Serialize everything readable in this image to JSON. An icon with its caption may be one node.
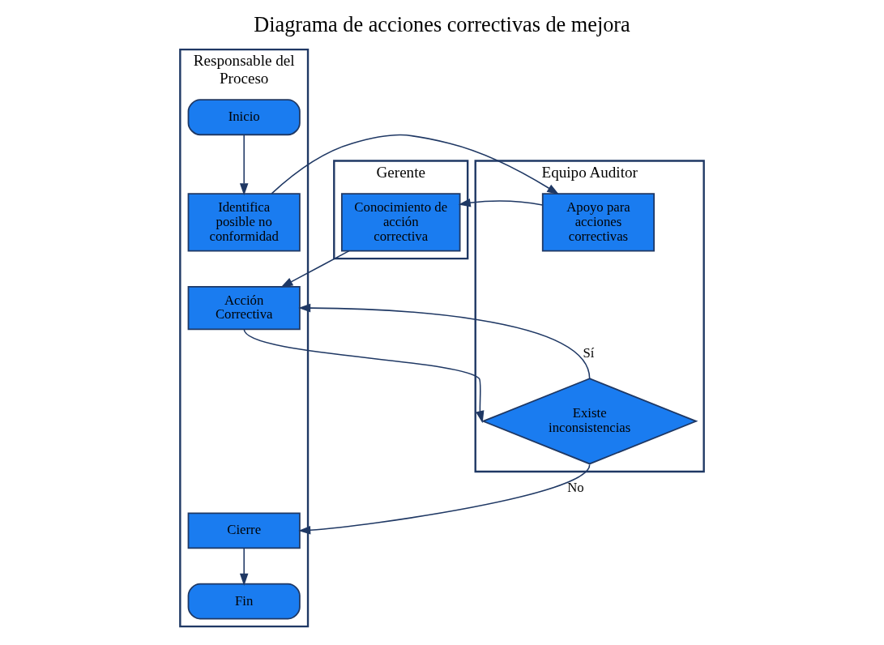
{
  "diagram": {
    "title": "Diagrama de acciones correctivas de mejora",
    "nodes": [
      {
        "text": [
          "Responsable del Proceso"
        ]
      },
      {
        "text": [
          "Equipo Auditor"
        ]
      },
      {
        "text": [
          "Gerente"
        ]
      },
      {
        "text": [
          "Inicio"
        ],
        "in": 0
      },
      {
        "text": [
          "Identifica posible no conformidad"
        ],
        "in": 0
      },
      {
        "text": [
          "Acción Correctiva"
        ],
        "in": 0
      },
      {
        "text": [
          "Cierre"
        ],
        "in": 0
      },
      {
        "text": [
          "Fin"
        ],
        "in": 0
      },
      {
        "text": [
          "Apoyo para acciones correctivas"
        ],
        "in": 1
      },
      {
        "text": [
          "Existe inconsistencias"
        ],
        "in": 1
      },
      {
        "text": [
          "Conocimiento de acción correctiva"
        ],
        "in": 2
      }
    ],
    "edges": [
      {
        "from": 3,
        "to": 4,
        "arrow": "to"
      },
      {
        "from": 4,
        "to": 8,
        "arrow": "to"
      },
      {
        "from": 8,
        "to": 10,
        "arrow": "to"
      },
      {
        "from": 10,
        "to": 5,
        "arrow": "to"
      },
      {
        "from": 5,
        "to": 9,
        "arrow": "to"
      },
      {
        "from": 9,
        "to": 5,
        "label": "Sí",
        "arrow": "to"
      },
      {
        "from": 9,
        "to": 6,
        "label": "No",
        "arrow": "to"
      },
      {
        "from": 6,
        "to": 7,
        "arrow": "to"
      }
    ]
  }
}
